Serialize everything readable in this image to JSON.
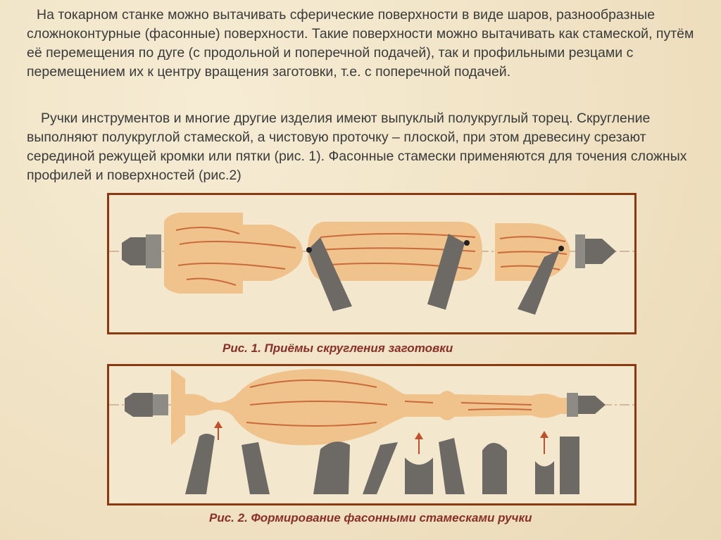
{
  "paragraphs": {
    "p1": "На токарном станке можно вытачивать сферические поверхности в виде шаров, разнообразные сложноконтурные (фасонные) поверхности. Такие поверхности можно вытачивать как стамеской, путём её перемещения по дуге (с продольной и поперечной подачей), так и профильными резцами  с перемещением их к центру вращения заготовки, т.е. с поперечной подачей.",
    "p2": "Ручки инструментов и многие другие изделия имеют выпуклый полукруглый торец. Скругление выполняют полукруглой стамеской, а чистовую проточку – плоской, при этом древесину срезают серединой режущей кромки или пятки (рис. 1). Фасонные стамески применяются для точения сложных профилей и поверхностей (рис.2)"
  },
  "figures": {
    "fig1_caption": "Рис. 1. Приёмы скругления заготовки",
    "fig2_caption": "Рис. 2. Формирование фасонными стамесками ручки"
  },
  "colors": {
    "border": "#8a3a12",
    "caption": "#8a2f27",
    "wood": "#f0c28c",
    "wood_grain": "#c86a3a",
    "metal": "#6d6a66"
  }
}
